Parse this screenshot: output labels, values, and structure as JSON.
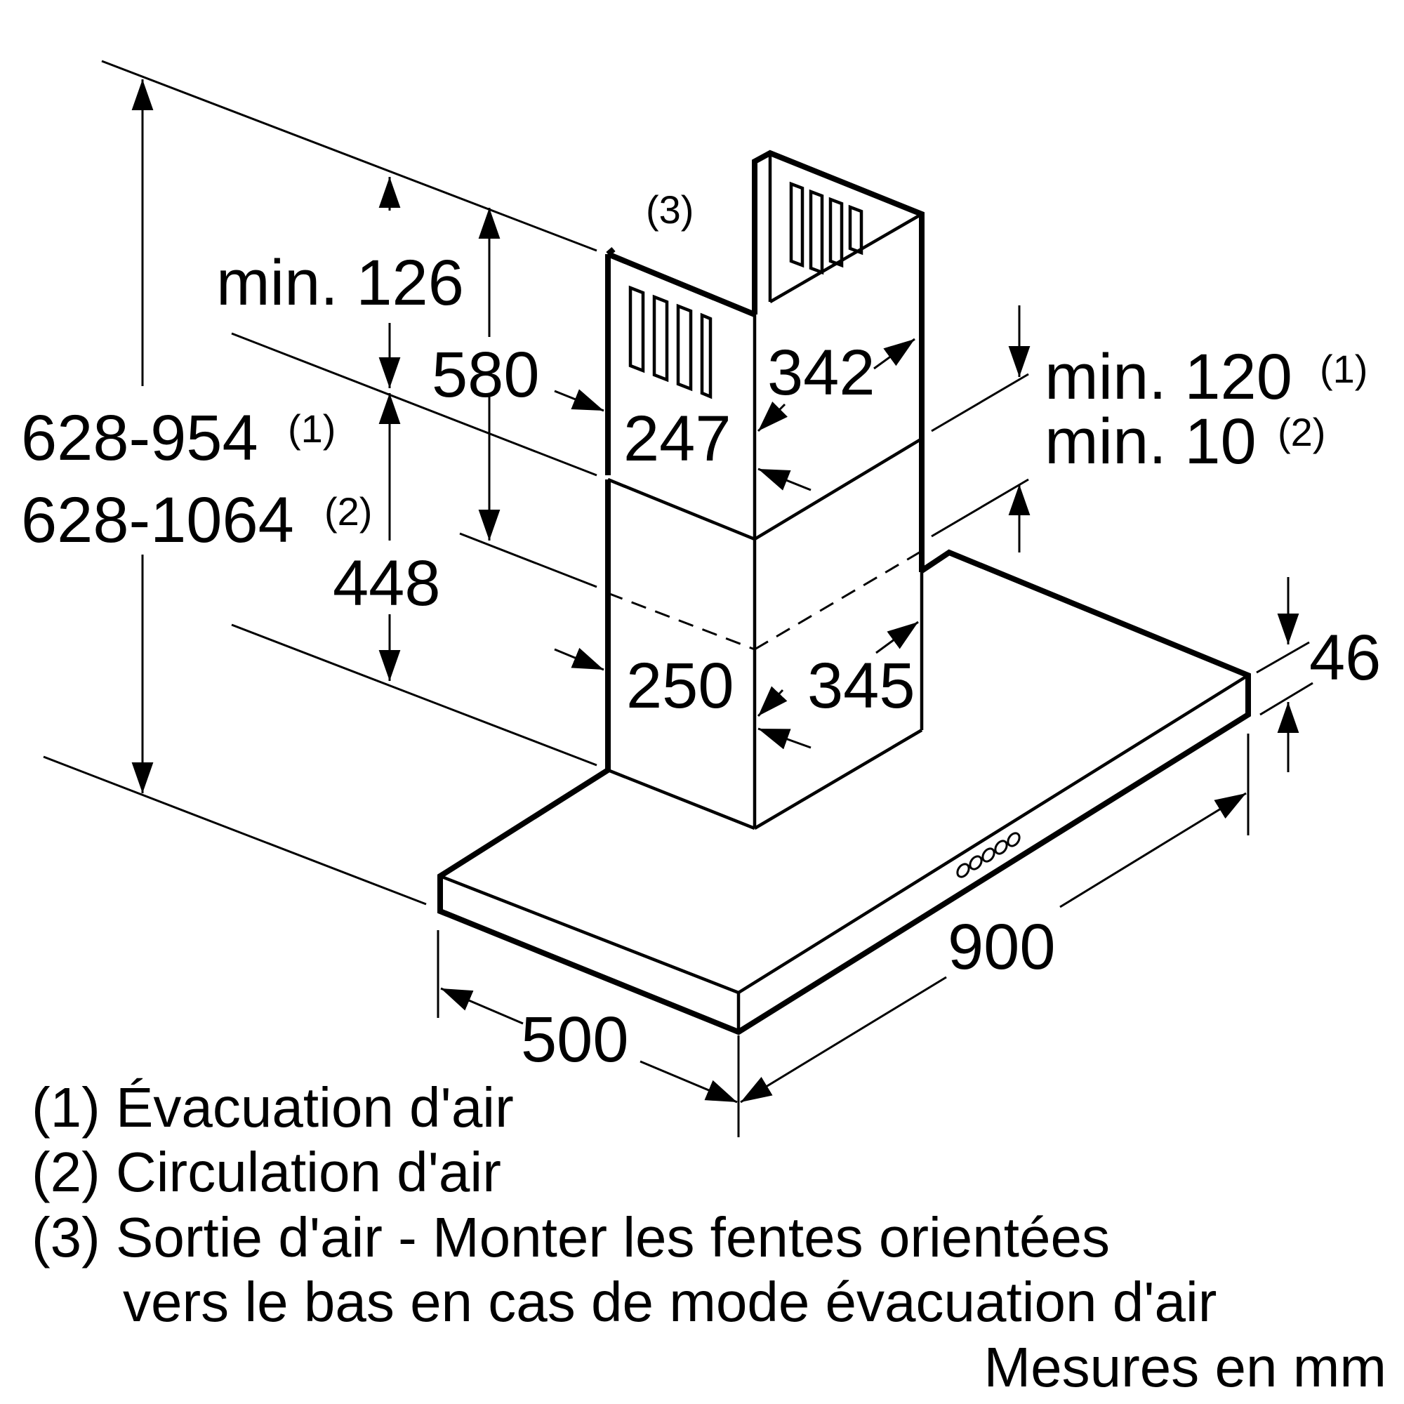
{
  "dimensions": {
    "height_range_1": "628-954",
    "height_range_1_ref": "(1)",
    "height_range_2": "628-1064",
    "height_range_2_ref": "(2)",
    "top_clearance": "min. 126",
    "upper_chimney_height": "580",
    "lower_chimney_height": "448",
    "upper_chimney_depth": "247",
    "upper_chimney_width": "342",
    "lower_chimney_depth": "250",
    "lower_chimney_width": "345",
    "ceiling_gap_1": "min. 120",
    "ceiling_gap_1_ref": "(1)",
    "ceiling_gap_2": "min. 10",
    "ceiling_gap_2_ref": "(2)",
    "canopy_height": "46",
    "canopy_width": "900",
    "canopy_depth": "500",
    "outlet_ref": "(3)"
  },
  "legend": {
    "item1": "(1) Évacuation d'air",
    "item2": "(2) Circulation d'air",
    "item3_line1": "(3) Sortie d'air - Monter les fentes orientées",
    "item3_line2": "vers le bas en cas de mode évacuation d'air",
    "units": "Mesures en mm"
  }
}
